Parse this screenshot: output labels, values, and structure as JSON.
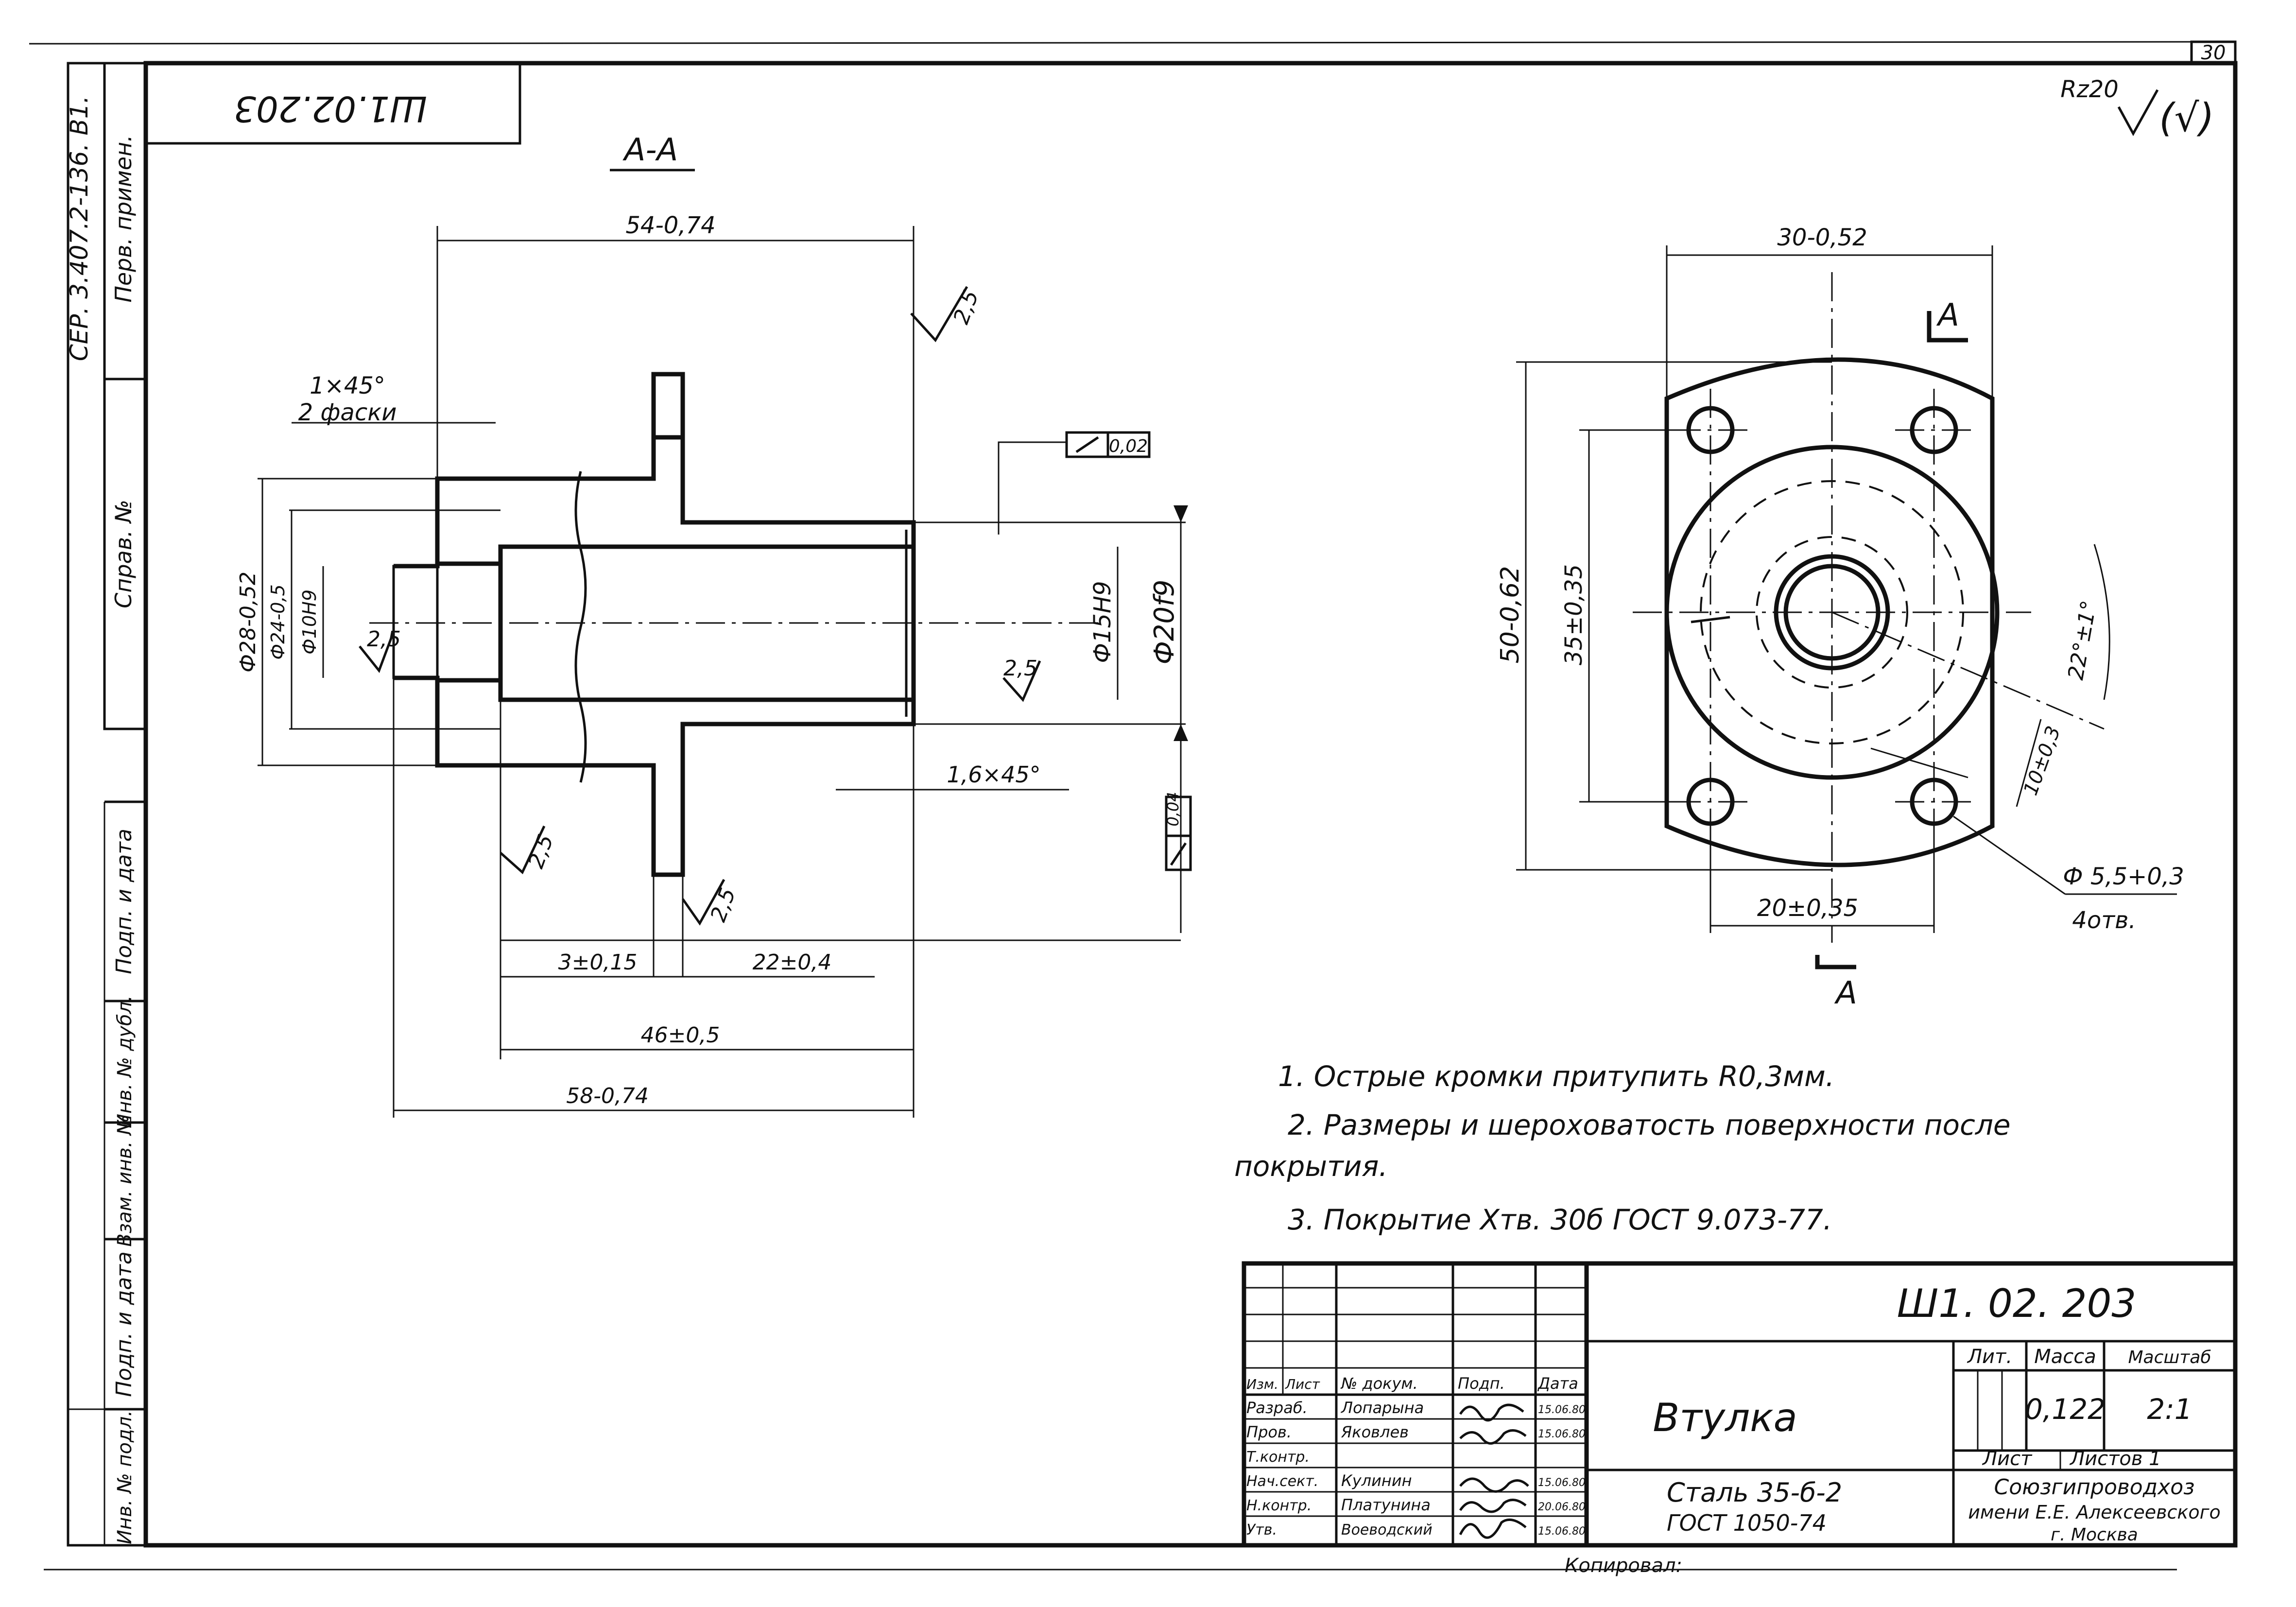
{
  "sheet": {
    "page_number": "30",
    "corner_code": "Ш1.02.203",
    "series_code": "СЕР. 3.407.2-136. В1.",
    "roughness_general": "Rz20",
    "roughness_other": "(√)"
  },
  "left_strip": {
    "perv_primen": "Перв. примен.",
    "sprav_no": "Справ. №",
    "podp_data_1": "Подп. и дата",
    "inv_dubl": "Инв. № дубл.",
    "vzam_inv": "Взам. инв. №",
    "podp_data_2": "Подп. и дата",
    "inv_podl": "Инв. № подл."
  },
  "section_view": {
    "label": "А-А",
    "dims": {
      "overall_flange": "54-0,74",
      "chamfer": "1×45°",
      "chamfer_note": "2 фаски",
      "dia_28": "Ф28-0,52",
      "dia_24": "Ф24-0,5",
      "dia_10": "Ф10Н9",
      "dia_15": "Ф15Н9",
      "dia_20": "Ф20f9",
      "chamfer_2": "1,6×45°",
      "len_3": "3±0,15",
      "len_22": "22±0,4",
      "len_46": "46±0,5",
      "len_58": "58-0,74",
      "runout_1": "0,02",
      "runout_2": "0,04"
    },
    "roughness": [
      "2,5",
      "2,5",
      "2,5",
      "2,5",
      "2,5"
    ]
  },
  "front_view": {
    "cut_label_top": "А",
    "cut_label_bottom": "А",
    "dims": {
      "width_top": "30-0,52",
      "height": "50-0,62",
      "hole_spacing_v": "35±0,35",
      "hole_spacing_h": "20±0,35",
      "angle": "22°±1°",
      "slot": "10±0,3",
      "holes": "Ф 5,5+0,3",
      "holes_count": "4отв."
    }
  },
  "notes": [
    "1. Острые кромки притупить R0,3мм.",
    "2. Размеры и шероховатость поверхности после",
    "покрытия.",
    "3. Покрытие   Хтв. 30б  ГОСТ 9.073-77."
  ],
  "title_block": {
    "doc_code": "Ш1. 02. 203",
    "part_name": "Втулка",
    "material_1": "Сталь 35-б-2",
    "material_2": "ГОСТ 1050-74",
    "head_lit": "Лит.",
    "head_mass": "Масса",
    "head_scale": "Масштаб",
    "mass": "0,122",
    "scale": "2:1",
    "sheet": "Лист",
    "sheets": "Листов 1",
    "org_1": "Союзгипроводхоз",
    "org_2": "имени Е.Е. Алексеевского",
    "org_3": "г. Москва",
    "col_headers": [
      "Изм.",
      "Лист",
      "№ докум.",
      "Подп.",
      "Дата"
    ],
    "roles": [
      {
        "role": "Разраб.",
        "name": "Лопарына",
        "date": "15.06.80"
      },
      {
        "role": "Пров.",
        "name": "Яковлев",
        "date": "15.06.80"
      },
      {
        "role": "Т.контр.",
        "name": "",
        "date": ""
      },
      {
        "role": "Нач.сект.",
        "name": "Кулинин",
        "date": "15.06.80"
      },
      {
        "role": "Н.контр.",
        "name": "Платунина",
        "date": "20.06.80"
      },
      {
        "role": "Утв.",
        "name": "Воеводский",
        "date": "15.06.80"
      }
    ],
    "copied": "Копировал:"
  }
}
